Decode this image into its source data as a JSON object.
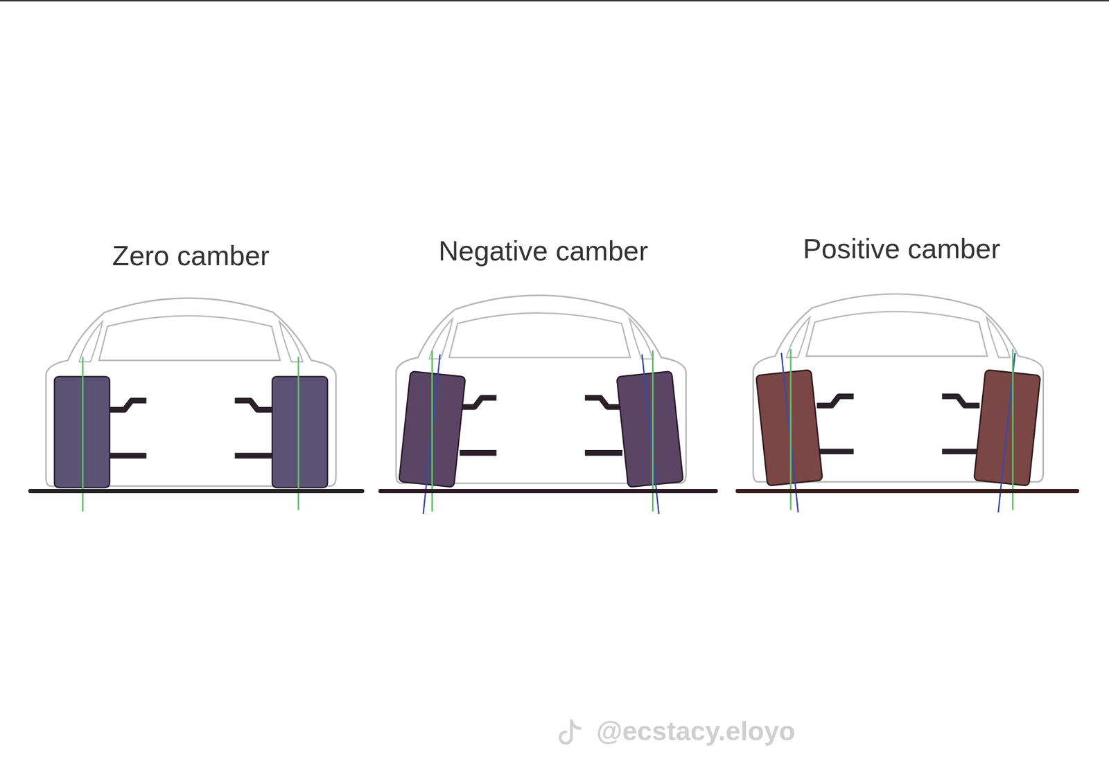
{
  "diagram": {
    "labels": [
      "Zero camber",
      "Negative camber",
      "Positive camber",
      "@ecstacy.eloyo"
    ]
  }
}
